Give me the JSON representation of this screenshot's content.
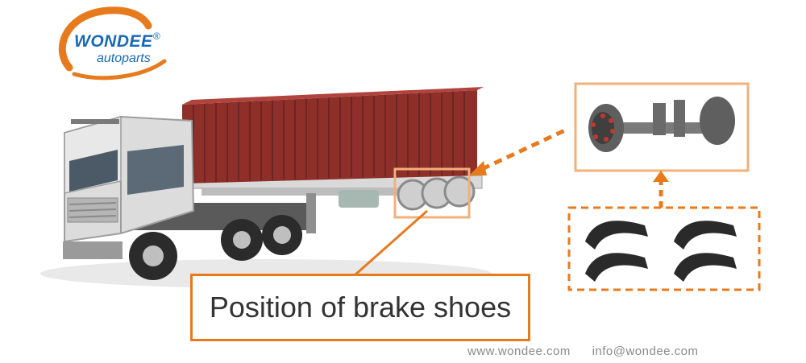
{
  "brand": {
    "name": "WONDEE",
    "tagline": "autoparts",
    "registered_mark": "®",
    "primary_color": "#1769b8",
    "accent_color": "#e87a1e"
  },
  "caption": "Position of brake shoes",
  "footer": {
    "website": "www.wondee.com",
    "email": "info@wondee.com"
  },
  "illustration": {
    "vehicle": "semi-truck-with-container-trailer",
    "detail_views": [
      "trailer-axle",
      "brake-shoes"
    ],
    "brake_shoe_count": 4,
    "container_color": "#8e2f2a",
    "highlight_color": "#f2b07a"
  }
}
